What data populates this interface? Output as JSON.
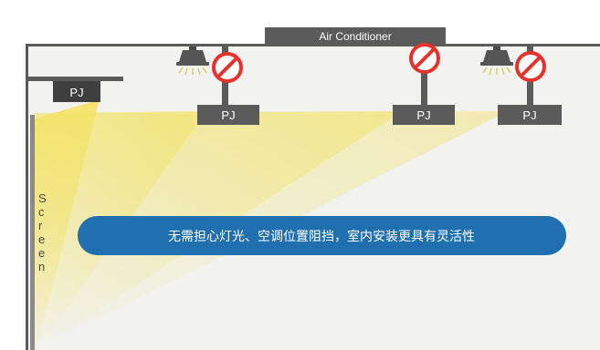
{
  "ceiling_unit": {
    "label": "Air Conditioner"
  },
  "projectors": {
    "screen_side": "PJ",
    "ceiling_1": "PJ",
    "ceiling_2": "PJ",
    "ceiling_3": "PJ"
  },
  "screen": {
    "letters": [
      "S",
      "c",
      "r",
      "e",
      "e",
      "n"
    ]
  },
  "banner": {
    "text": "无需担心灯光、空调位置阻挡，室内安装更具有灵活性"
  },
  "colors": {
    "background": "#f2f2f1",
    "structure": "#5b5b5b",
    "light_beam": "#f3e36a",
    "no_sign": "#e5322d",
    "banner": "#2070b0"
  },
  "icons": [
    "ceiling-lamp-icon",
    "no-entry-icon"
  ]
}
